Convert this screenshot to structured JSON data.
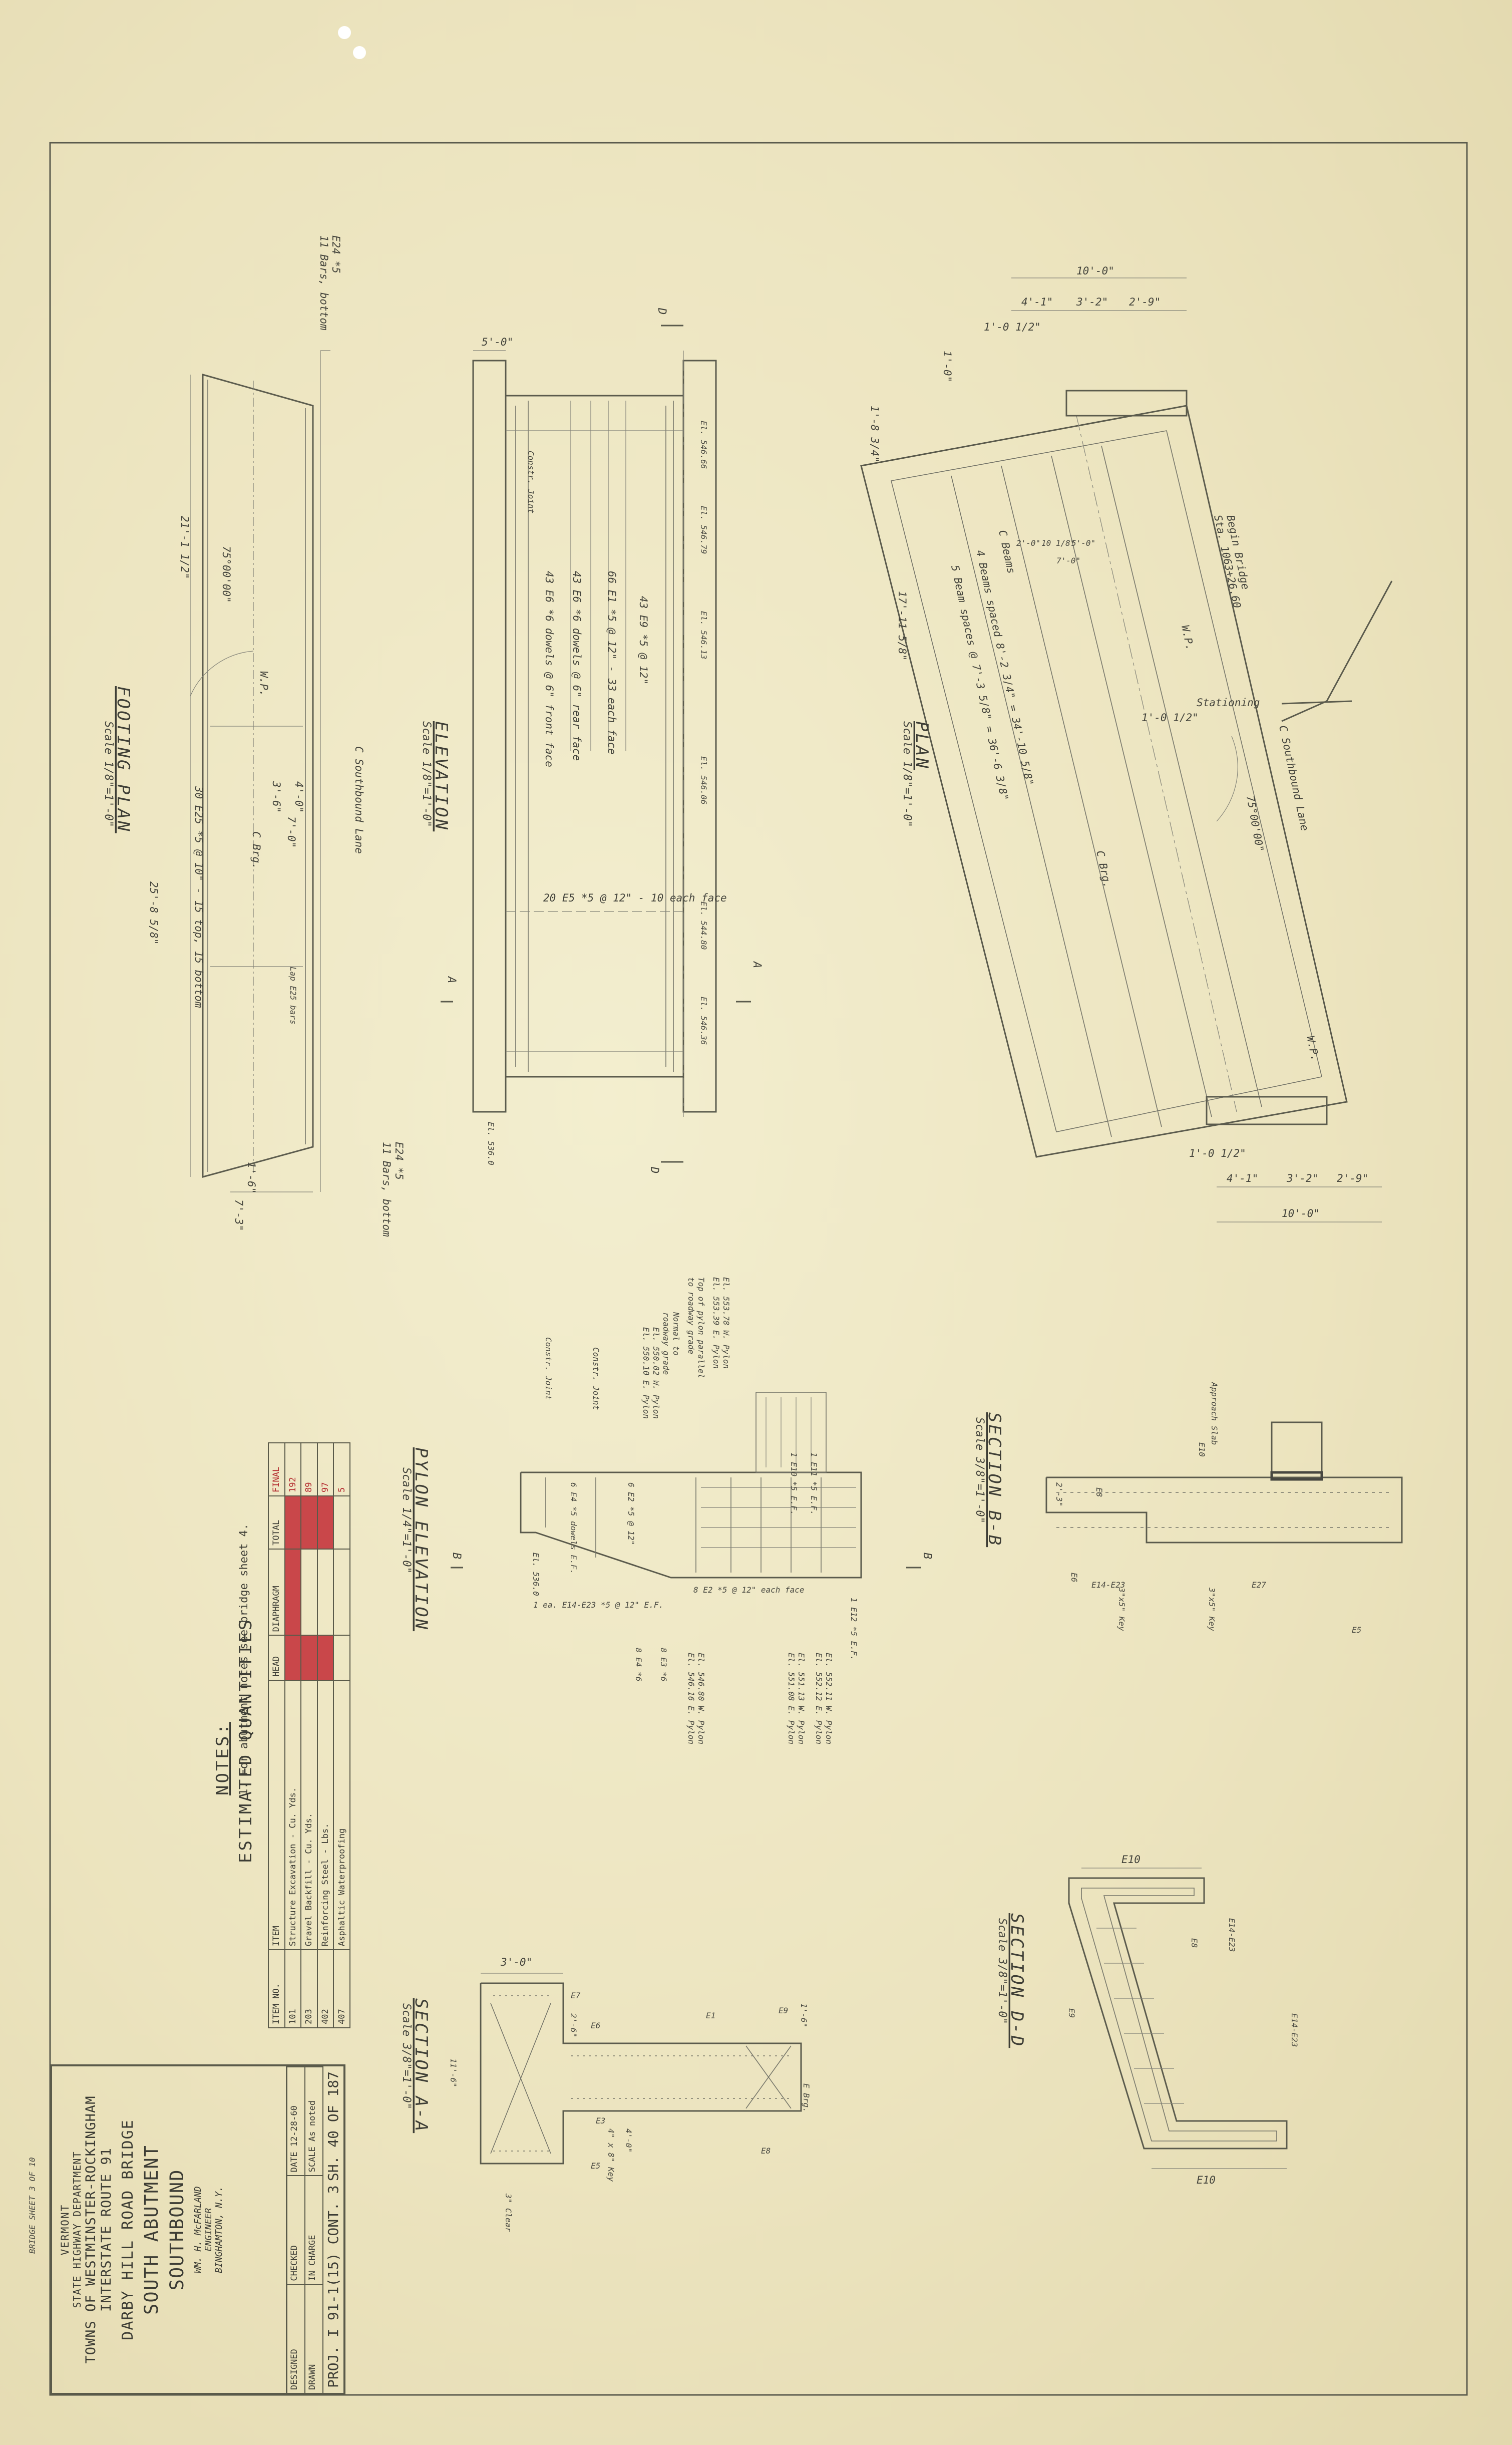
{
  "sheet_note": "BRIDGE SHEET 3 OF 10",
  "title_block": {
    "state": "VERMONT",
    "dept": "STATE HIGHWAY DEPARTMENT",
    "towns": "TOWNS OF WESTMINSTER-ROCKINGHAM",
    "route": "INTERSTATE ROUTE 91",
    "bridge": "DARBY HILL ROAD BRIDGE",
    "subject1": "SOUTH ABUTMENT",
    "subject2": "SOUTHBOUND",
    "engineer1": "WM. H. McFARLAND",
    "engineer2": "ENGINEER",
    "engineer3": "BINGHAMTON, N.Y.",
    "designed": "DESIGNED",
    "drawn": "DRAWN",
    "checked": "CHECKED",
    "in_charge": "IN CHARGE",
    "date": "DATE 12-28-60",
    "scale": "SCALE As noted",
    "project": "PROJ. I 91-1(15) CONT. 3",
    "sheet": "SH. 40 OF 187"
  },
  "notes": {
    "heading": "NOTES:",
    "text": "1. For abutment notes see bridge sheet 4."
  },
  "quantities": {
    "title": "ESTIMATED QUANTITIES",
    "headers": [
      "ITEM NO.",
      "ITEM",
      "HEAD",
      "DIAPHRAGM",
      "TOTAL",
      "FINAL"
    ],
    "rows": [
      [
        "101",
        "Structure Excavation - Cu. Yds.",
        "",
        "",
        "",
        "192"
      ],
      [
        "203",
        "Gravel Backfill - Cu. Yds.",
        "",
        "",
        "",
        "89"
      ],
      [
        "402",
        "Reinforcing Steel - Lbs.",
        "",
        "",
        "",
        "97"
      ],
      [
        "407",
        "Asphaltic Waterproofing",
        "",
        "",
        "",
        "5"
      ]
    ]
  },
  "views": {
    "footing": {
      "title": "FOOTING PLAN",
      "scale": "Scale 1/8\"=1'-0\"",
      "c1": "E24 *5",
      "c1b": "11 Bars, bottom",
      "c2": "E24 *5",
      "c2b": "11 Bars, bottom",
      "d1": "21'-1 1/2\"",
      "d2": "25'-8 5/8\"",
      "d3": "7'-3\"",
      "d4": "4'-0\"",
      "d5": "3'-6\"",
      "d6": "7'-0\"",
      "d7": "1'-6\"",
      "ang": "75°00'00\"",
      "cl": "C Southbound Lane",
      "brg": "C Brg.",
      "wp": "W.P.",
      "bars": "30 E25 *5 @ 10\" - 15 top, 15 bottom",
      "lap": "Lap E25 bars"
    },
    "elevation": {
      "title": "ELEVATION",
      "scale": "Scale 1/8\"=1'-0\"",
      "d1": "5'-0\"",
      "e1": "El. 546.66",
      "e2": "El. 546.79",
      "e3": "El. 546.13",
      "e4": "El. 546.06",
      "e5": "El. 544.80",
      "e6": "El. 546.36",
      "e7": "El. 536.0",
      "bars1": "43 E9 *5 @ 12\"",
      "bars2": "66 E1 *5 @ 12\" - 33 each face",
      "bars3": "43 E6 *6 dowels @ 6\" rear face",
      "bars4": "43 E6 *6 dowels @ 6\" front face",
      "bars5": "20 E5 *5 @ 12\" - 10 each face",
      "cj": "Constr. Joint",
      "sec": "A",
      "secd": "D"
    },
    "plan": {
      "title": "PLAN",
      "scale": "Scale 1/8\"=1'-0\"",
      "d1": "10'-0\"",
      "d2": "4'-1\"",
      "d3": "3'-2\"",
      "d4": "2'-9\"",
      "d5": "1'-0 1/2\"",
      "d6": "1'-0\"",
      "d7": "1'-8 3/4\"",
      "d8": "17'-11 5/8\"",
      "d9": "2'-0\"",
      "d10": "10 1/8\"",
      "d11": "5'-0\"",
      "d12": "7'-0\"",
      "d13": "1'-0 1/2\"",
      "d14": "4'-1\"",
      "d15": "3'-2\"",
      "d16": "2'-9\"",
      "d17": "10'-0\"",
      "d18": "1'-0 1/2\"",
      "ang": "75°00'00\"",
      "begin": "Begin Bridge",
      "sta": "Sta. 1063+26.60",
      "stat": "Stationing",
      "cl": "C Southbound Lane",
      "beams": "C Beams",
      "b1": "4 Beams spaced 8'-2 3/4\" = 34'-10 5/8\"",
      "b2": "5 Beam spaces @ 7'-3 5/8\" = 36'-6 3/8\"",
      "brg": "C Brg.",
      "wp": "W.P."
    },
    "pylon": {
      "title": "PYLON ELEVATION",
      "scale": "Scale 1/4\"=1'-0\"",
      "t1": "Top of pylon parallel",
      "t2": "to roadway grade",
      "t3": "Normal to",
      "t4": "roadway grade",
      "e1": "El. 553.78 W. Pylon",
      "e2": "El. 553.39 E. Pylon",
      "e3": "El. 550.02 W. Pylon",
      "e4": "El. 550.10 E. Pylon",
      "e5": "El. 552.11 W. Pylon",
      "e6": "El. 552.12 E. Pylon",
      "e7": "El. 551.13 W. Pylon",
      "e8": "El. 551.08 E. Pylon",
      "e9": "El. 546.80 W. Pylon",
      "e10": "El. 546.16 E. Pylon",
      "e11": "El. 536.0",
      "cj1": "Constr. Joint",
      "cj2": "Constr. Joint",
      "b1": "6 E4 *5 dowels E.F.",
      "b2": "6 E2 *5 @ 12\"",
      "b3": "8 E2 *5 @ 12\" each face",
      "b4": "1 E12 *5 E.F.",
      "b5": "1 E11 *5 E.F.",
      "b6": "1 E10 *5 E.F.",
      "b7": "1 ea. E14-E23 *5 @ 12\" E.F.",
      "b8": "8 E3 *6",
      "b9": "8 E4 *6",
      "sec": "B"
    },
    "secbb": {
      "title": "SECTION B-B",
      "scale": "Scale 3/8\"=1'-0\"",
      "slab": "Approach Slab",
      "e10": "E10",
      "e14": "E14-E23",
      "e27": "E27",
      "e5": "E5",
      "e6": "E6",
      "e8": "E8",
      "key": "3\"x5\" Key",
      "key2": "3\"x5\" Key",
      "d1": "2'-3\""
    },
    "secaa": {
      "title": "SECTION A-A",
      "scale": "Scale 3/8\"=1'-0\"",
      "d1": "3'-0\"",
      "d2": "2'-6\"",
      "d3": "1'-6\"",
      "d4": "4'-0\"",
      "d5": "11'-6\"",
      "clr": "3\" Clear",
      "key": "4\" x 8\" Key",
      "e1": "E1",
      "e3": "E3",
      "e5": "E5",
      "e6": "E6",
      "e7": "E7",
      "e8": "E8",
      "e9": "E9",
      "brg": "E Brg."
    },
    "secdd": {
      "title": "SECTION D-D",
      "scale": "Scale 3/8\"=1'-0\"",
      "e10": "E10",
      "e10b": "E10",
      "e8": "E8",
      "e9": "E9",
      "e14": "E14-E23",
      "e14b": "E14-E23"
    }
  }
}
